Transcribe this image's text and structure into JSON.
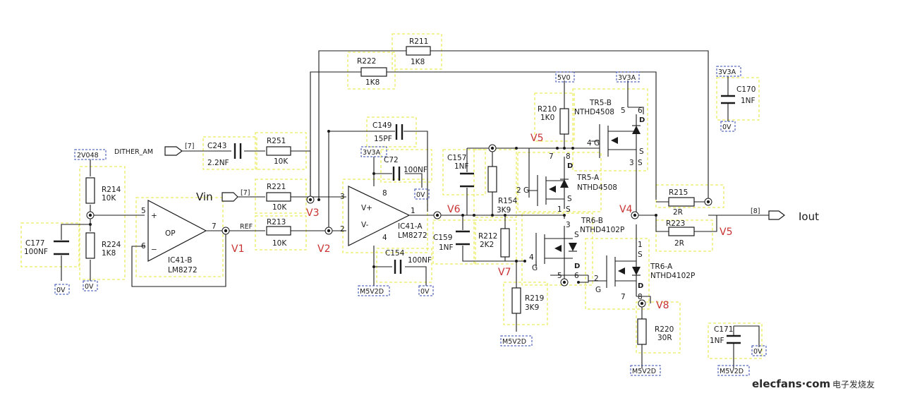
{
  "nets": {
    "dither_am": "DITHER_AM",
    "ref": "REF",
    "vin": "Vin",
    "iout": "Iout",
    "port7a": "[7]",
    "port7b": "[7]",
    "port8": "[8]"
  },
  "rails": {
    "r2v048": "2V048",
    "r3v3a_op": "3V3A",
    "r5v0": "5V0",
    "r3v3a_top": "3V3A",
    "r3v3a_c170": "3V3A",
    "m5v2d_op": "M5V2D",
    "m5v2d_r219": "M5V2D",
    "m5v2d_r220": "M5V2D",
    "m5v2d_c171": "M5V2D",
    "gnd_c177": "0V",
    "gnd_r224": "0V",
    "gnd_c72": "0V",
    "gnd_c154": "0V",
    "gnd_c170": "0V",
    "gnd_c171": "0V"
  },
  "components": {
    "r214": {
      "ref": "R214",
      "val": "10K"
    },
    "r224": {
      "ref": "R224",
      "val": "1K8"
    },
    "c177": {
      "ref": "C177",
      "val": "100NF"
    },
    "c243": {
      "ref": "C243",
      "val": "2.2NF"
    },
    "r251": {
      "ref": "R251",
      "val": "10K"
    },
    "r221": {
      "ref": "R221",
      "val": "10K"
    },
    "r213": {
      "ref": "R213",
      "val": "10K"
    },
    "r222": {
      "ref": "R222",
      "val": "1K8"
    },
    "r211": {
      "ref": "R211",
      "val": "1K8"
    },
    "c149": {
      "ref": "C149",
      "val": "15PF"
    },
    "c72": {
      "ref": "C72",
      "val": "100NF"
    },
    "c154": {
      "ref": "C154",
      "val": "100NF"
    },
    "c157": {
      "ref": "C157",
      "val": "1NF"
    },
    "c159": {
      "ref": "C159",
      "val": "1NF"
    },
    "r154": {
      "ref": "R154",
      "val": "3K9"
    },
    "r212": {
      "ref": "R212",
      "val": "2K2"
    },
    "r219": {
      "ref": "R219",
      "val": "3K9"
    },
    "r210": {
      "ref": "R210",
      "val": "1K0"
    },
    "r215": {
      "ref": "R215",
      "val": "2R"
    },
    "r223": {
      "ref": "R223",
      "val": "2R"
    },
    "r220": {
      "ref": "R220",
      "val": "30R"
    },
    "c170": {
      "ref": "C170",
      "val": "1NF"
    },
    "c171": {
      "ref": "C171",
      "val": "1NF"
    }
  },
  "opamps": {
    "ic41b": {
      "ref": "IC41-B",
      "part": "LM8272",
      "name": "OP",
      "plus": "+",
      "minus": "−",
      "p5": "5",
      "p6": "6",
      "p7": "7"
    },
    "ic41a": {
      "ref": "IC41-A",
      "part": "LM8272",
      "plus": "V+",
      "minus": "V-",
      "p3": "3",
      "p2": "2",
      "p1": "1",
      "p8": "8",
      "p4": "4"
    }
  },
  "fets": {
    "tr5b": {
      "ref": "TR5-B",
      "part": "NTHD4508",
      "p5": "5",
      "p6": "6",
      "p4": "4",
      "g": "G",
      "p3": "3",
      "s": "S",
      "d": "D"
    },
    "tr5a": {
      "ref": "TR5-A",
      "part": "NTHD4508",
      "p7": "7",
      "p8": "8",
      "p2": "2",
      "g": "G",
      "p1": "1",
      "s": "S",
      "d": "D"
    },
    "tr6b": {
      "ref": "TR6-B",
      "part": "NTHD4102P",
      "p3": "3",
      "p4": "4",
      "g": "G",
      "p5": "5",
      "p6": "6",
      "s": "S",
      "d": "D"
    },
    "tr6a": {
      "ref": "TR6-A",
      "part": "NTHD4102P",
      "p1": "1",
      "p2": "2",
      "g": "G",
      "p7": "7",
      "p8": "8",
      "s": "S",
      "d": "D"
    }
  },
  "nodes": {
    "v1": "V1",
    "v2": "V2",
    "v3": "V3",
    "v4": "V4",
    "v5a": "V5",
    "v5b": "V5",
    "v6": "V6",
    "v7": "V7",
    "v8": "V8"
  },
  "watermark": {
    "brand": "elecfans·com",
    "cn": "电子发烧友"
  }
}
